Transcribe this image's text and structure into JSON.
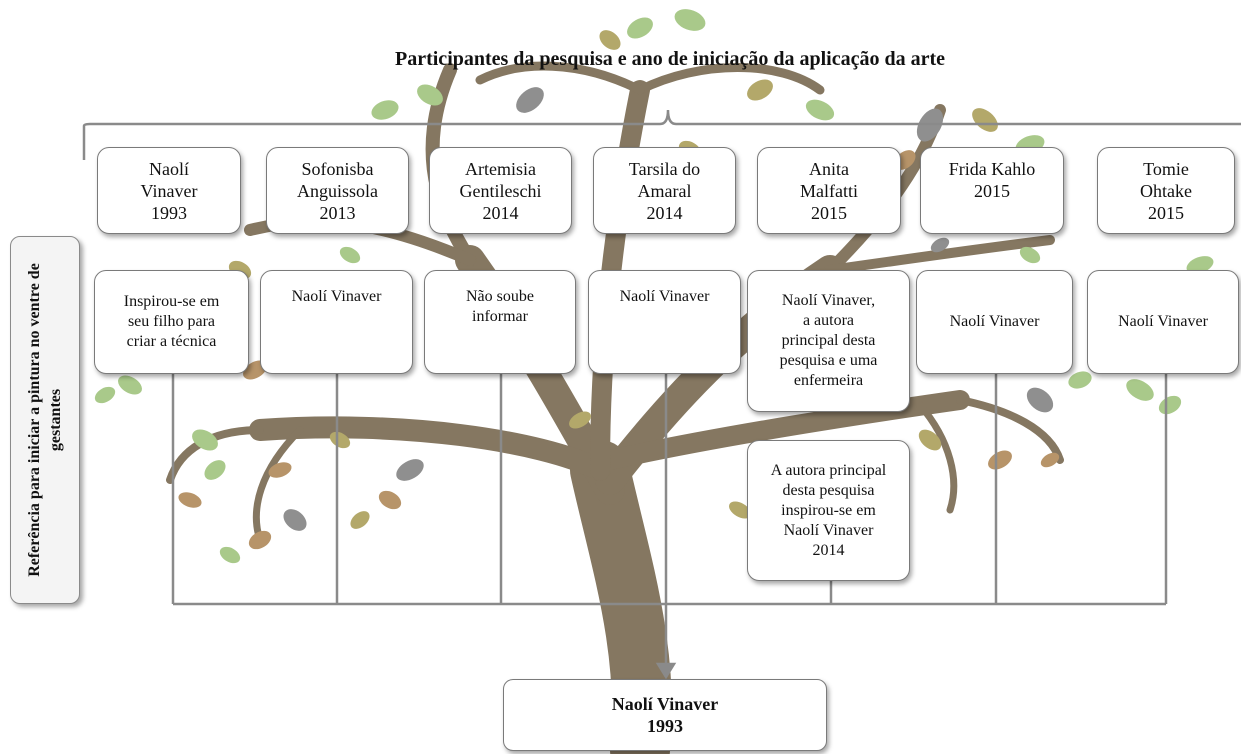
{
  "title": "Participantes da pesquisa e ano de iniciação da aplicação da arte",
  "side_label": "Referência para iniciar a pintura no ventre de gestantes",
  "participants": [
    {
      "name": "Naolí\nVinaver\n1993",
      "reference": "Inspirou-se em\nseu filho para\ncriar a técnica"
    },
    {
      "name": "Sofonisba\nAnguissola\n2013",
      "reference": "Naolí Vinaver"
    },
    {
      "name": "Artemisia\nGentileschi\n2014",
      "reference": "Não soube\ninformar"
    },
    {
      "name": "Tarsila do\nAmaral\n2014",
      "reference": "Naolí Vinaver"
    },
    {
      "name": "Anita\nMalfatti\n2015",
      "reference": "Naolí Vinaver,\na autora\nprincipal desta\npesquisa e uma\nenfermeira",
      "extra_reference": "A autora principal\ndesta pesquisa\ninspirou-se em\nNaolí Vinaver\n2014"
    },
    {
      "name": "Frida Kahlo\n2015",
      "reference": "Naolí Vinaver"
    },
    {
      "name": "Tomie\nOhtake\n2015",
      "reference": "Naolí Vinaver"
    }
  ],
  "result": "Naolí Vinaver\n1993",
  "colors": {
    "trunk": "#857761",
    "leaf_green": "#a9c98a",
    "leaf_olive": "#b3a86a",
    "leaf_grey": "#8f8f8f",
    "leaf_brown": "#b79469",
    "line": "#8a8a8a"
  }
}
